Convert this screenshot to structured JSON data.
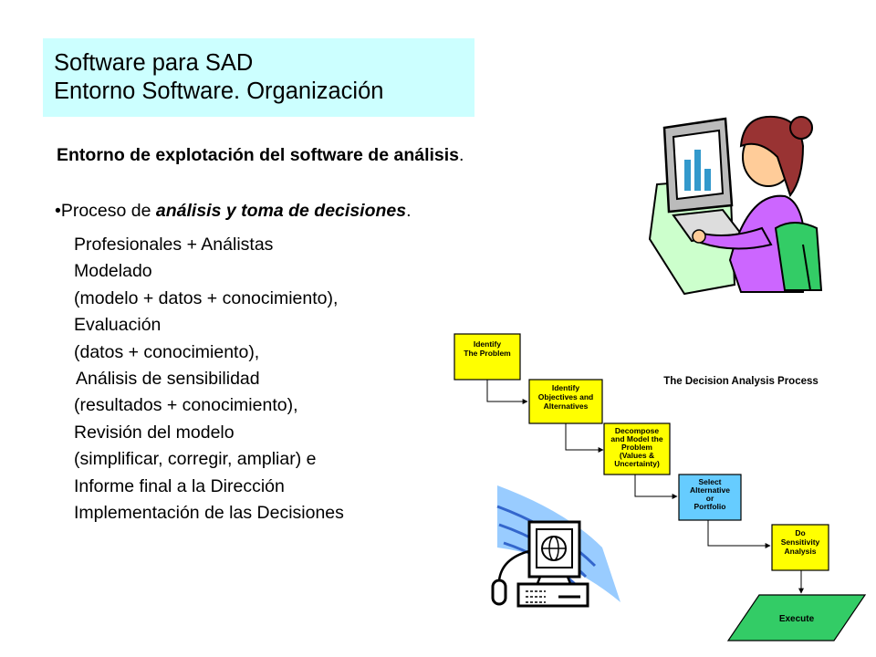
{
  "title": {
    "line1": "Software para SAD",
    "line2": "Entorno Software. Organización"
  },
  "heading": {
    "text": "Entorno de explotación del software de análisis",
    "end": "."
  },
  "bullet": {
    "marker": "•",
    "prefix": "Proceso de ",
    "emphasis": "análisis y toma de decisiones",
    "suffix": "."
  },
  "steps": [
    "Profesionales + Análistas",
    "Modelado",
    "(modelo + datos + conocimiento),",
    "Evaluación",
    "(datos + conocimiento),",
    "Análisis de sensibilidad",
    "(resultados + conocimiento),",
    "Revisión del modelo",
    "(simplificar, corregir, ampliar) e",
    "Informe final a la Dirección",
    "Implementación de las Decisiones"
  ],
  "diagram": {
    "title": "The Decision Analysis Process",
    "box1": [
      "Identify",
      "The Problem"
    ],
    "box2": [
      "Identify",
      "Objectives and",
      "Alternatives"
    ],
    "box3": [
      "Decompose",
      "and Model the",
      "Problem",
      "(Values &",
      "Uncertainty)"
    ],
    "box4": [
      "Select",
      "Alternative",
      "or",
      "Portfolio"
    ],
    "box5": [
      "Do",
      "Sensitivity",
      "Analysis"
    ],
    "execute": "Execute",
    "colors": {
      "yellow": "#ffff00",
      "blue": "#66ccff",
      "green": "#33cc66"
    }
  },
  "illustrations": {
    "woman_at_computer": "woman-at-computer-clipart",
    "internet_terminal": "globe-computer-terminal-clipart"
  }
}
